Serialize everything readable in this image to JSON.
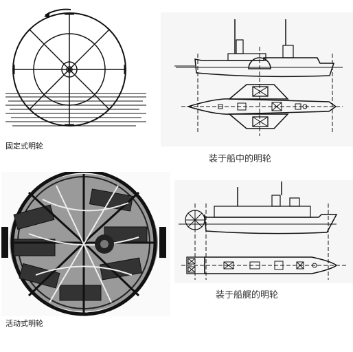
{
  "captions": {
    "fixed_wheel": "固定式明轮",
    "feathering_wheel": "活动式明轮",
    "midship_wheel": "装于船中的明轮",
    "stern_wheel": "装于船艉的明轮"
  }
}
